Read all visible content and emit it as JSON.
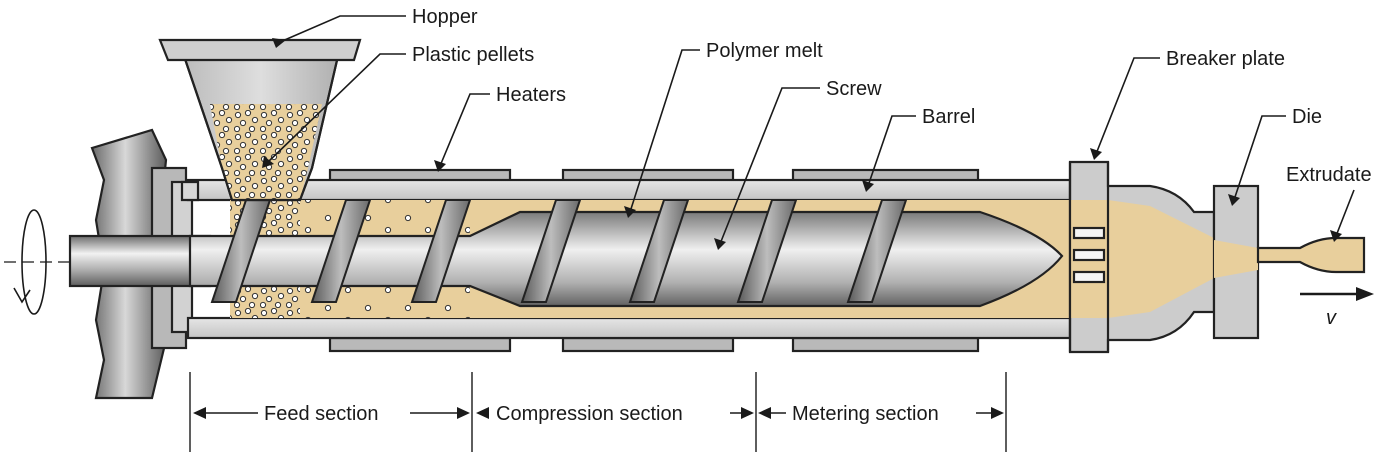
{
  "labels": {
    "hopper": "Hopper",
    "plastic_pellets": "Plastic pellets",
    "heaters": "Heaters",
    "polymer_melt": "Polymer melt",
    "screw": "Screw",
    "barrel": "Barrel",
    "breaker_plate": "Breaker plate",
    "die": "Die",
    "extrudate": "Extrudate",
    "velocity": "v"
  },
  "sections": {
    "feed": "Feed section",
    "compression": "Compression section",
    "metering": "Metering section"
  },
  "colors": {
    "polymer": "#e8cf9c",
    "metal": "#c8c8c8",
    "heater": "#b9b9b9",
    "outline": "#222222"
  }
}
